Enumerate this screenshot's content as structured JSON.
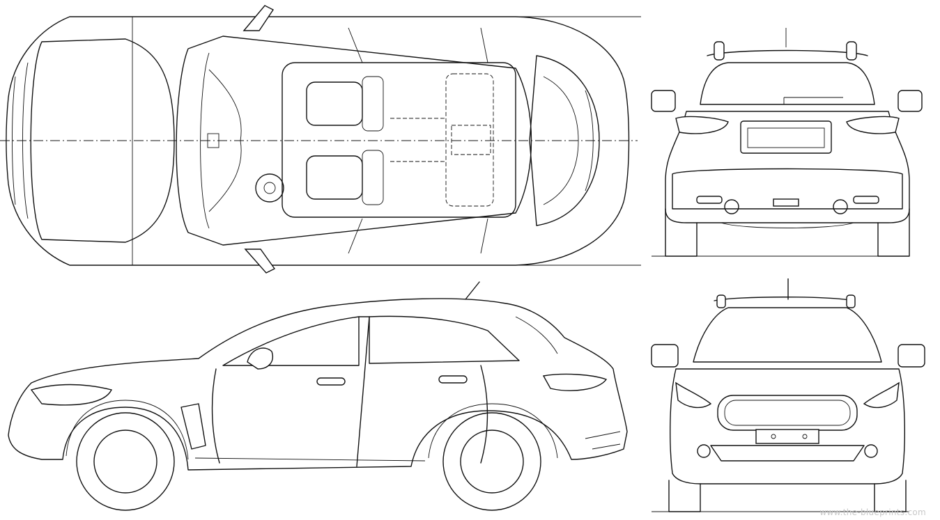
{
  "watermark": "www.the-blueprints.com",
  "views": {
    "top": "top-view",
    "rear": "rear-view",
    "side": "side-view",
    "front": "front-view"
  },
  "colors": {
    "line": "#111111",
    "background": "#ffffff",
    "watermark": "#c8c8c8"
  }
}
